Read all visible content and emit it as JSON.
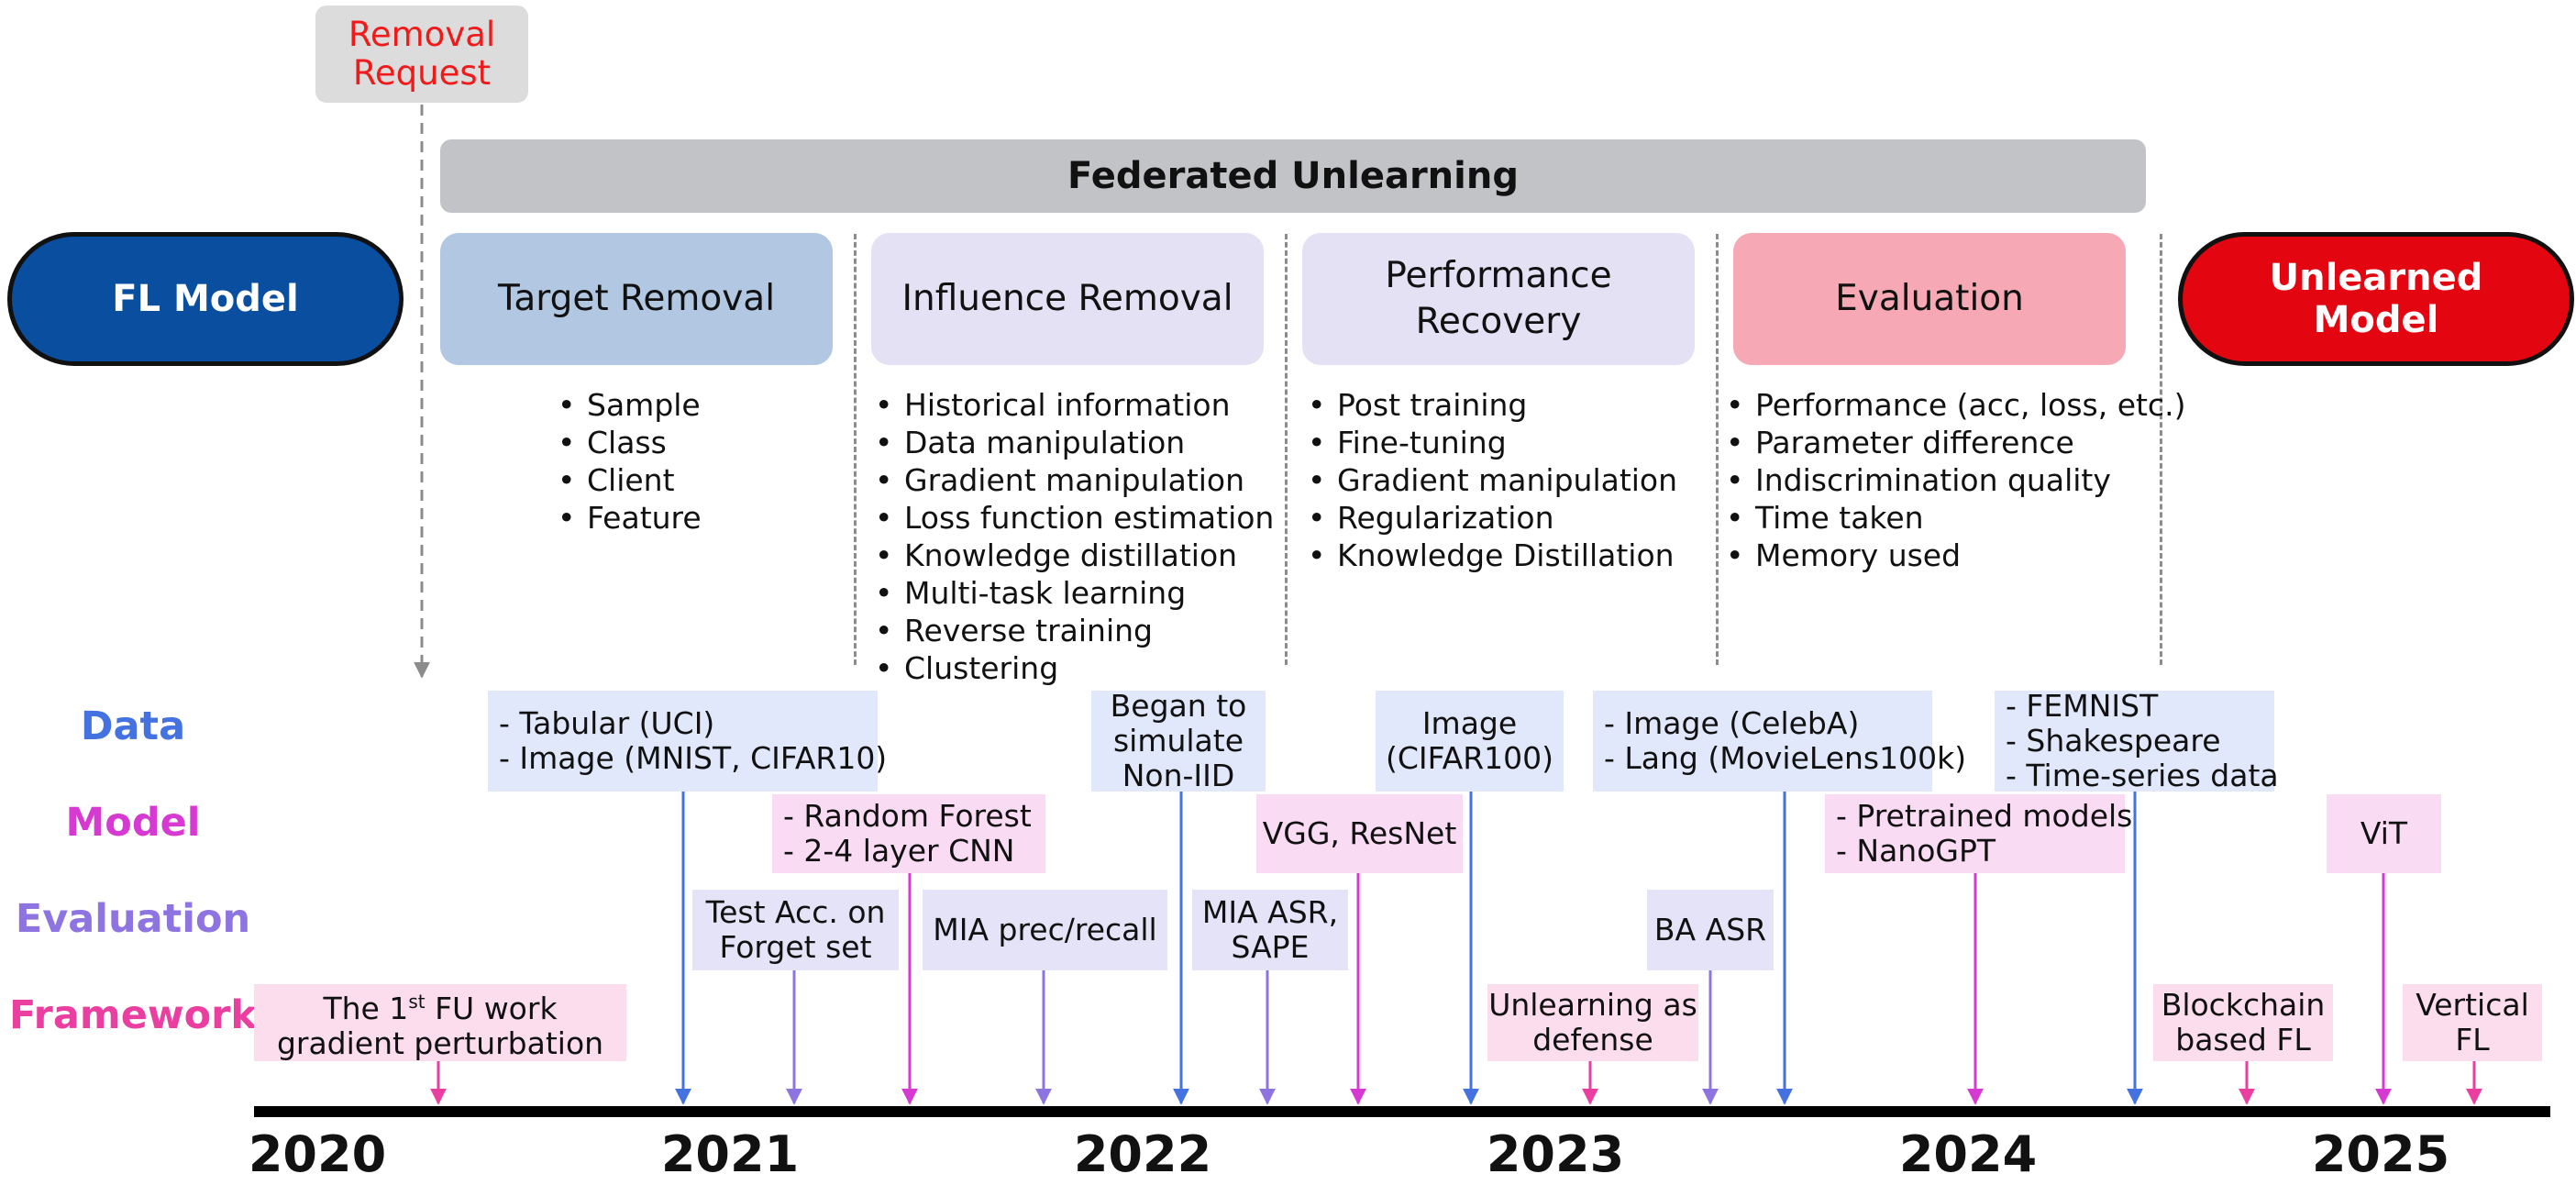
{
  "removal_request": {
    "line1": "Removal",
    "line2": "Request"
  },
  "banner": "Federated Unlearning",
  "fl_model": "FL Model",
  "unlearned_model": {
    "line1": "Unlearned",
    "line2": "Model"
  },
  "stages": [
    {
      "title1": "Target Removal",
      "title2": "",
      "items": [
        "Sample",
        "Class",
        "Client",
        "Feature"
      ]
    },
    {
      "title1": "Influence Removal",
      "title2": "",
      "items": [
        "Historical information",
        "Data manipulation",
        "Gradient manipulation",
        "Loss function estimation",
        "Knowledge distillation",
        "Multi-task learning",
        "Reverse training",
        "Clustering"
      ]
    },
    {
      "title1": "Performance",
      "title2": "Recovery",
      "items": [
        "Post training",
        "Fine-tuning",
        "Gradient manipulation",
        "Regularization",
        "Knowledge Distillation"
      ]
    },
    {
      "title1": "Evaluation",
      "title2": "",
      "items": [
        "Performance (acc, loss, etc.)",
        "Parameter difference",
        "Indiscrimination quality",
        "Time taken",
        "Memory used"
      ]
    }
  ],
  "row_labels": {
    "data": "Data",
    "model": "Model",
    "evaluation": "Evaluation",
    "framework": "Framework"
  },
  "colors": {
    "data": "#4472e0",
    "model": "#d63ad2",
    "evaluation": "#8e74e0",
    "framework": "#ea3fa0",
    "fl_model": "#0a4ea0",
    "unlearned": "#e3050f",
    "removal_text": "#ef1b1b"
  },
  "callouts": {
    "fw_first": {
      "pre": "The 1",
      "sup": "st",
      "post": " FU work",
      "line2": "gradient perturbation"
    },
    "data_2021": {
      "line1": "- Tabular (UCI)",
      "line2": "- Image (MNIST, CIFAR10)"
    },
    "eval_2021": {
      "line1": "Test Acc. on",
      "line2": "Forget set"
    },
    "model_2021": {
      "line1": "- Random Forest",
      "line2": "- 2-4 layer CNN"
    },
    "eval_mia": {
      "line1": "MIA prec/recall"
    },
    "data_2022": {
      "line1": "Began to",
      "line2": "simulate",
      "line3": "Non-IID"
    },
    "eval_asr": {
      "line1": "MIA ASR,",
      "line2": "SAPE"
    },
    "model_vgg": {
      "line1": "VGG, ResNet"
    },
    "data_cifar100": {
      "line1": "Image",
      "line2": "(CIFAR100)"
    },
    "fw_defense": {
      "line1": "Unlearning as",
      "line2": "defense"
    },
    "eval_ba": {
      "line1": "BA ASR"
    },
    "data_celeba": {
      "line1": "- Image (CelebA)",
      "line2": "- Lang (MovieLens100k)"
    },
    "model_pretrained": {
      "line1": "- Pretrained models",
      "line2": "- NanoGPT"
    },
    "data_femnist": {
      "line1": "- FEMNIST",
      "line2": "- Shakespeare",
      "line3": "- Time-series data"
    },
    "fw_blockchain": {
      "line1": "Blockchain",
      "line2": "based FL"
    },
    "model_vit": {
      "line1": "ViT"
    },
    "fw_vertical": {
      "line1": "Vertical",
      "line2": "FL"
    }
  },
  "years": [
    "2020",
    "2021",
    "2022",
    "2023",
    "2024",
    "2025"
  ],
  "arrows": [
    {
      "name": "fw-first-arrow",
      "kind": "framework"
    },
    {
      "name": "data-2021-arrow",
      "kind": "data"
    },
    {
      "name": "eval-2021-arrow",
      "kind": "evaluation"
    },
    {
      "name": "model-2021-arrow",
      "kind": "model"
    },
    {
      "name": "eval-mia-arrow",
      "kind": "evaluation"
    },
    {
      "name": "data-2022-arrow",
      "kind": "data"
    },
    {
      "name": "eval-asr-arrow",
      "kind": "evaluation"
    },
    {
      "name": "model-vgg-arrow",
      "kind": "model"
    },
    {
      "name": "data-cifar100-arrow",
      "kind": "data"
    },
    {
      "name": "fw-defense-arrow",
      "kind": "framework"
    },
    {
      "name": "eval-ba-arrow",
      "kind": "evaluation"
    },
    {
      "name": "data-celeba-arrow",
      "kind": "data"
    },
    {
      "name": "model-pretrained-arrow",
      "kind": "model"
    },
    {
      "name": "data-femnist-arrow",
      "kind": "data"
    },
    {
      "name": "fw-blockchain-arrow",
      "kind": "framework"
    },
    {
      "name": "model-vit-arrow",
      "kind": "model"
    },
    {
      "name": "fw-vertical-arrow",
      "kind": "framework"
    }
  ]
}
